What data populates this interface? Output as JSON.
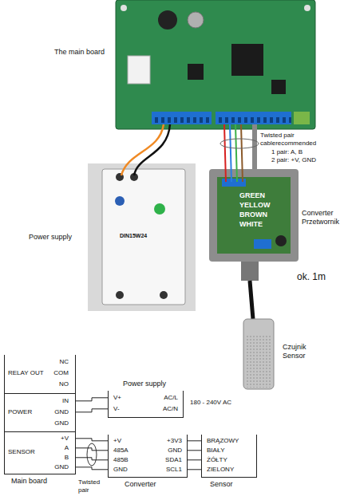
{
  "diagram": {
    "nodes": [
      {
        "text": [
          "Main board"
        ]
      },
      {
        "text": [
          "RELAY OUT",
          "NC",
          "COM",
          "NO"
        ],
        "in": 0
      },
      {
        "text": [
          "POWER",
          "IN",
          "GND",
          "GND"
        ],
        "in": 0
      },
      {
        "text": [
          "SENSOR",
          "+V",
          "A",
          "B",
          "GND"
        ],
        "in": 0
      },
      {
        "text": [
          "Power supply",
          "V+",
          "V-",
          "AC/L",
          "AC/N"
        ]
      },
      {
        "text": [
          "Converter",
          "+V",
          "485A",
          "485B",
          "GND",
          "+3V3",
          "GND",
          "SDA1",
          "SCL1"
        ]
      },
      {
        "text": [
          "Sensor",
          "BRĄZOWY",
          "BIAŁY",
          "ŻÓŁTY",
          "ZIELONY"
        ]
      }
    ],
    "edges": [
      {
        "from": 4,
        "to": 2,
        "arrow": "none"
      },
      {
        "from": 4,
        "to": 2,
        "arrow": "none"
      },
      {
        "from": 3,
        "to": 5,
        "arrow": "none"
      },
      {
        "from": 3,
        "to": 5,
        "arrow": "none"
      },
      {
        "from": 3,
        "to": 5,
        "arrow": "none"
      },
      {
        "from": 3,
        "to": 5,
        "arrow": "none"
      },
      {
        "from": 5,
        "to": 6,
        "arrow": "none"
      },
      {
        "from": 5,
        "to": 6,
        "arrow": "none"
      },
      {
        "from": 5,
        "to": 6,
        "arrow": "none"
      },
      {
        "from": 5,
        "to": 6,
        "arrow": "none"
      }
    ],
    "labels": [
      "The main board",
      "Power supply",
      "DIN15W24",
      "Twisted pair cablerecommended",
      "1 pair: A, B",
      "2 pair: +V, GND",
      "GREEN",
      "YELLOW",
      "BROWN",
      "WHITE",
      "Converter Przetwornik",
      "ok. 1m",
      "Czujnik Sensor",
      "180 - 240V AC",
      "Twisted pair"
    ]
  }
}
